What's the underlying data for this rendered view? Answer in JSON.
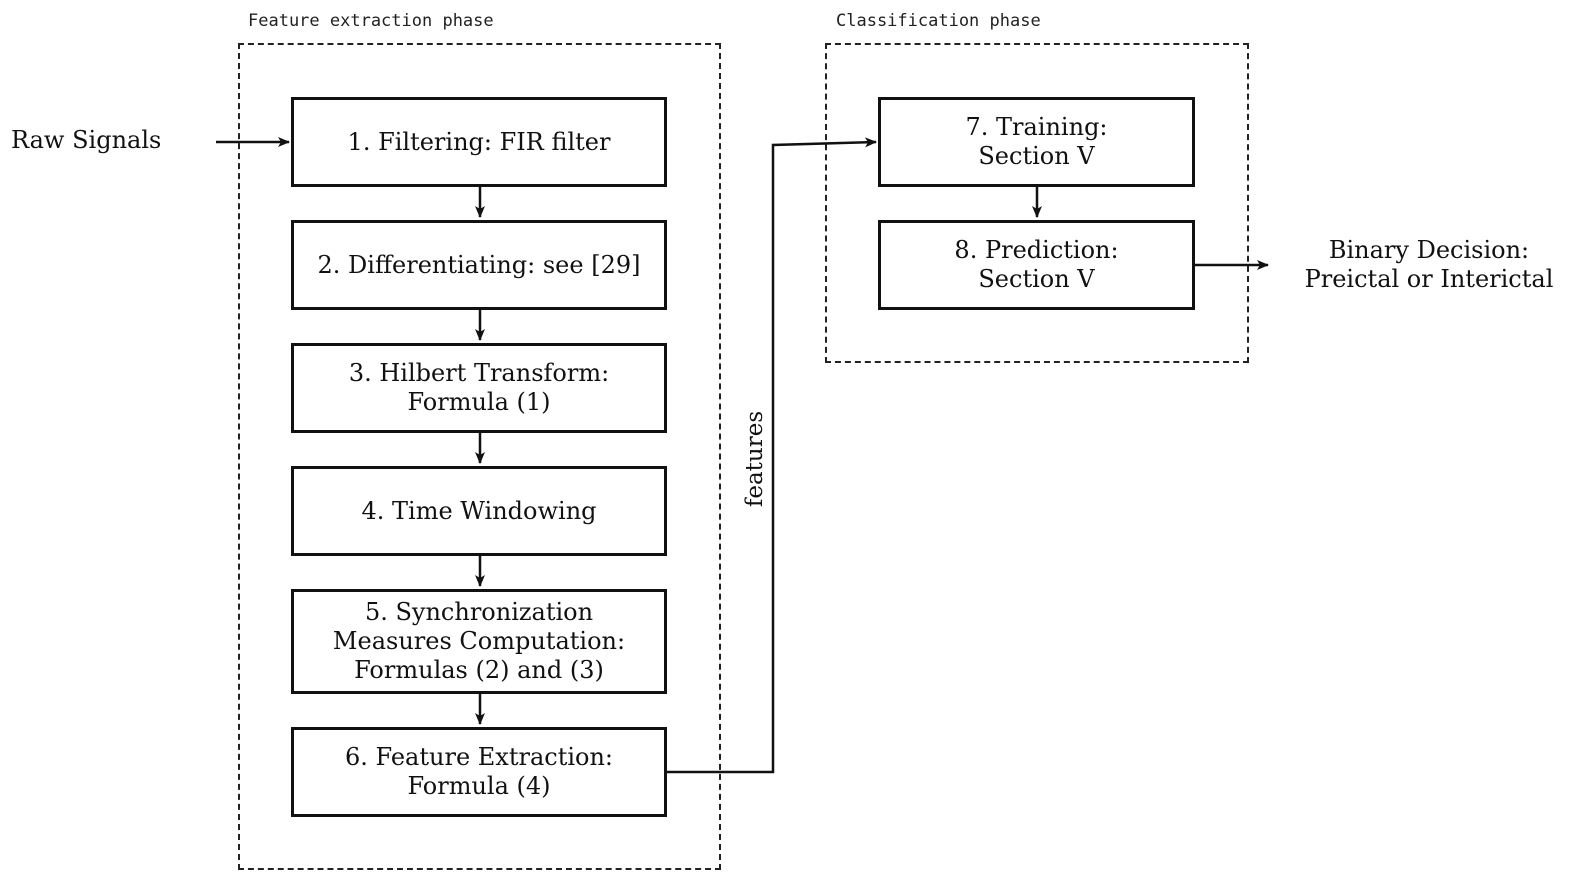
{
  "phases": {
    "feature_extraction": {
      "label": "Feature extraction phase"
    },
    "classification": {
      "label": "Classification phase"
    }
  },
  "input": {
    "label": "Raw Signals"
  },
  "steps": [
    {
      "lines": [
        "1.  Filtering:  FIR filter"
      ]
    },
    {
      "lines": [
        "2.  Differentiating:  see [29]"
      ]
    },
    {
      "lines": [
        "3.  Hilbert Transform:",
        "Formula (1)"
      ]
    },
    {
      "lines": [
        "4.  Time Windowing"
      ]
    },
    {
      "lines": [
        "5.  Synchronization",
        "Measures Computation:",
        "Formulas (2) and (3)"
      ]
    },
    {
      "lines": [
        "6.  Feature Extraction:",
        "Formula (4)"
      ]
    },
    {
      "lines": [
        "7.  Training:",
        "Section V"
      ]
    },
    {
      "lines": [
        "8.  Prediction:",
        "Section V"
      ]
    }
  ],
  "edge_label": {
    "text": "features"
  },
  "output": {
    "lines": [
      "Binary Decision:",
      "Preictal or Interictal"
    ]
  }
}
